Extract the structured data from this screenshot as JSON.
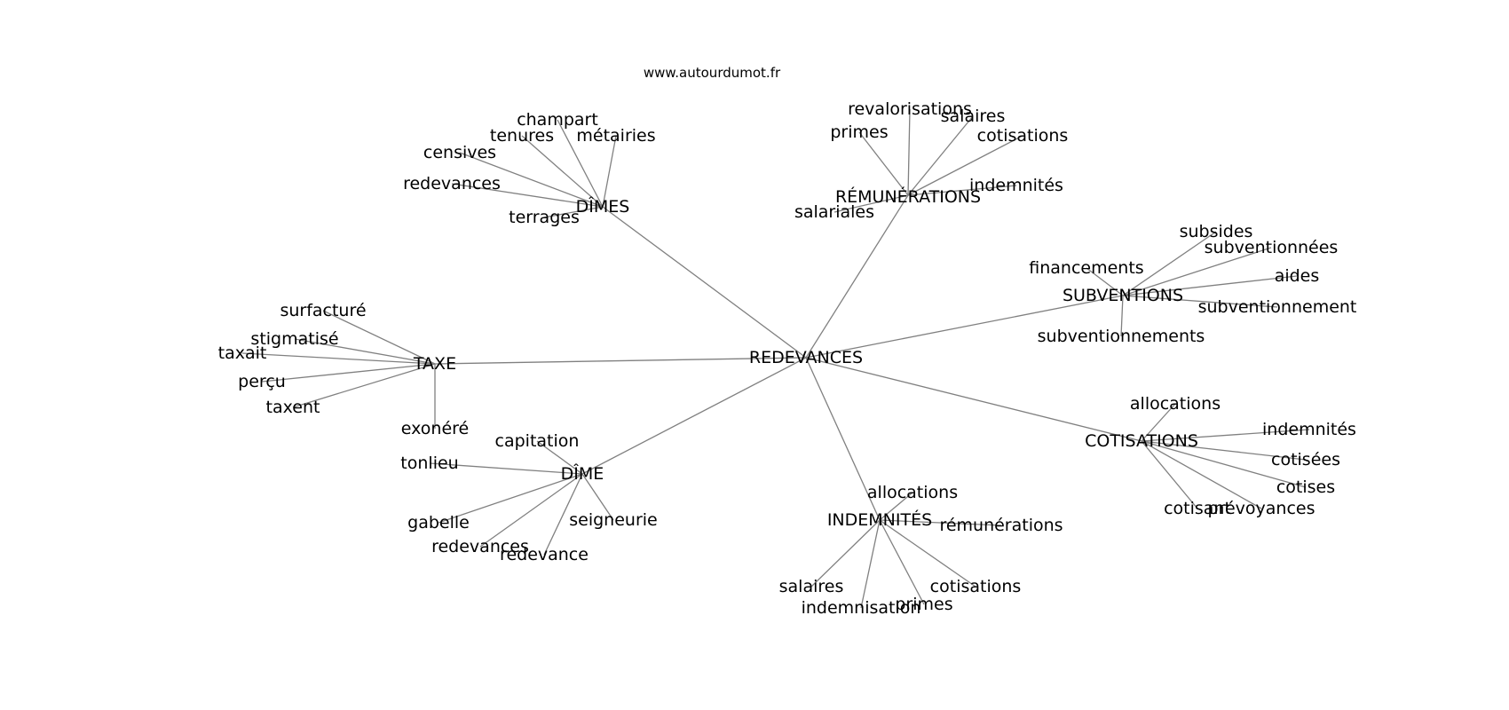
{
  "source": "www.autourdumot.fr",
  "center": "REDEVANCES",
  "clusters": [
    {
      "hub": "DÎMES",
      "words": [
        "champart",
        "tenures",
        "métairies",
        "censives",
        "redevances",
        "terrages"
      ]
    },
    {
      "hub": "RÉMUNÉRATIONS",
      "words": [
        "revalorisations",
        "salaires",
        "primes",
        "cotisations",
        "indemnités",
        "salariales"
      ]
    },
    {
      "hub": "SUBVENTIONS",
      "words": [
        "subsides",
        "subventionnées",
        "financements",
        "aides",
        "subventionnement",
        "subventionnements"
      ]
    },
    {
      "hub": "TAXE",
      "words": [
        "surfacturé",
        "stigmatisé",
        "taxait",
        "perçu",
        "taxent",
        "exonéré"
      ]
    },
    {
      "hub": "COTISATIONS",
      "words": [
        "allocations",
        "indemnités",
        "cotisées",
        "cotises",
        "cotisant",
        "prévoyances"
      ]
    },
    {
      "hub": "DÎME",
      "words": [
        "capitation",
        "tonlieu",
        "gabelle",
        "redevances",
        "redevance",
        "seigneurie"
      ]
    },
    {
      "hub": "INDEMNITÉS",
      "words": [
        "allocations",
        "rémunérations",
        "salaires",
        "cotisations",
        "indemnisation",
        "primes"
      ]
    }
  ]
}
